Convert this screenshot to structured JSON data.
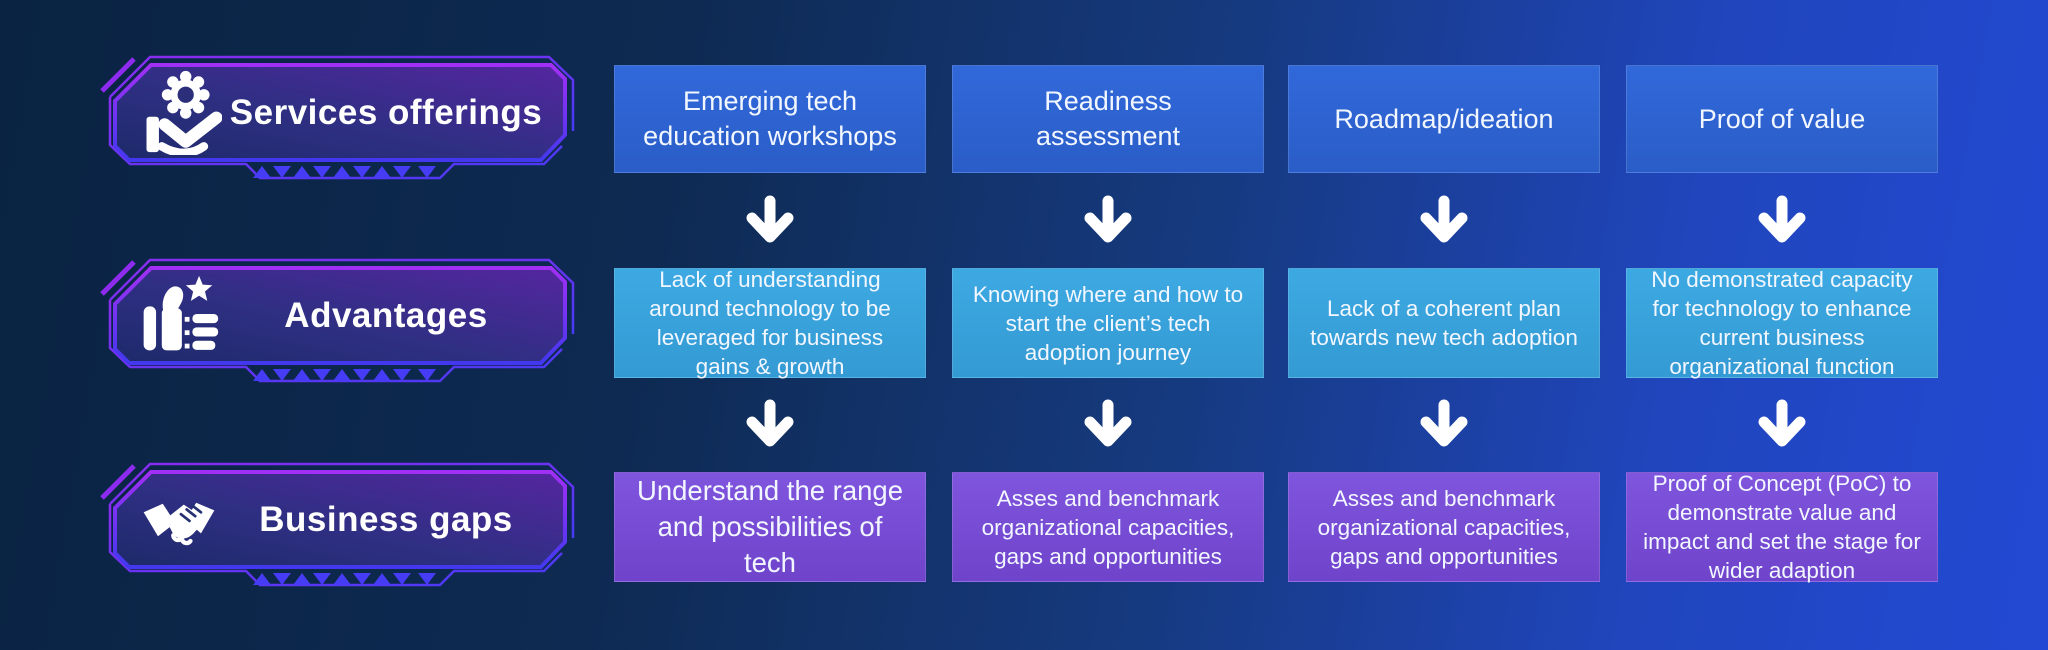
{
  "title": "Services offerings / Advantages / Business gaps matrix",
  "rows": [
    {
      "label": "Services offerings",
      "icon": "hand-gear-icon"
    },
    {
      "label": "Advantages",
      "icon": "thumbs-up-star-icon"
    },
    {
      "label": "Business gaps",
      "icon": "handshake-icon"
    }
  ],
  "columns": [
    {
      "service": "Emerging tech education workshops",
      "advantage": "Lack of understanding around technology to be leveraged for business gains & growth",
      "business_gap": "Understand the range and possibilities of tech"
    },
    {
      "service": "Readiness assessment",
      "advantage": "Knowing where and how to start the client’s tech adoption journey",
      "business_gap": "Asses and benchmark organizational capacities, gaps and opportunities"
    },
    {
      "service": "Roadmap/ideation",
      "advantage": "Lack of a coherent plan towards new tech adoption",
      "business_gap": "Asses and benchmark organizational capacities, gaps and opportunities"
    },
    {
      "service": "Proof of value",
      "advantage": "No demonstrated capacity for technology to enhance current business organizational function",
      "business_gap": "Proof of Concept (PoC) to demonstrate value and impact and set the stage for wider adaption"
    }
  ],
  "colors": {
    "background_left": "#0a2342",
    "background_right": "#2349d4",
    "service_box": "#2c63d3",
    "advantage_box": "#38a4de",
    "business_gap_box": "#7a4ed6",
    "banner_border_purple": "#a22ff5",
    "banner_border_indigo": "#4338ef",
    "ornament_triangles": "#473cf5",
    "text": "#ffffff"
  }
}
